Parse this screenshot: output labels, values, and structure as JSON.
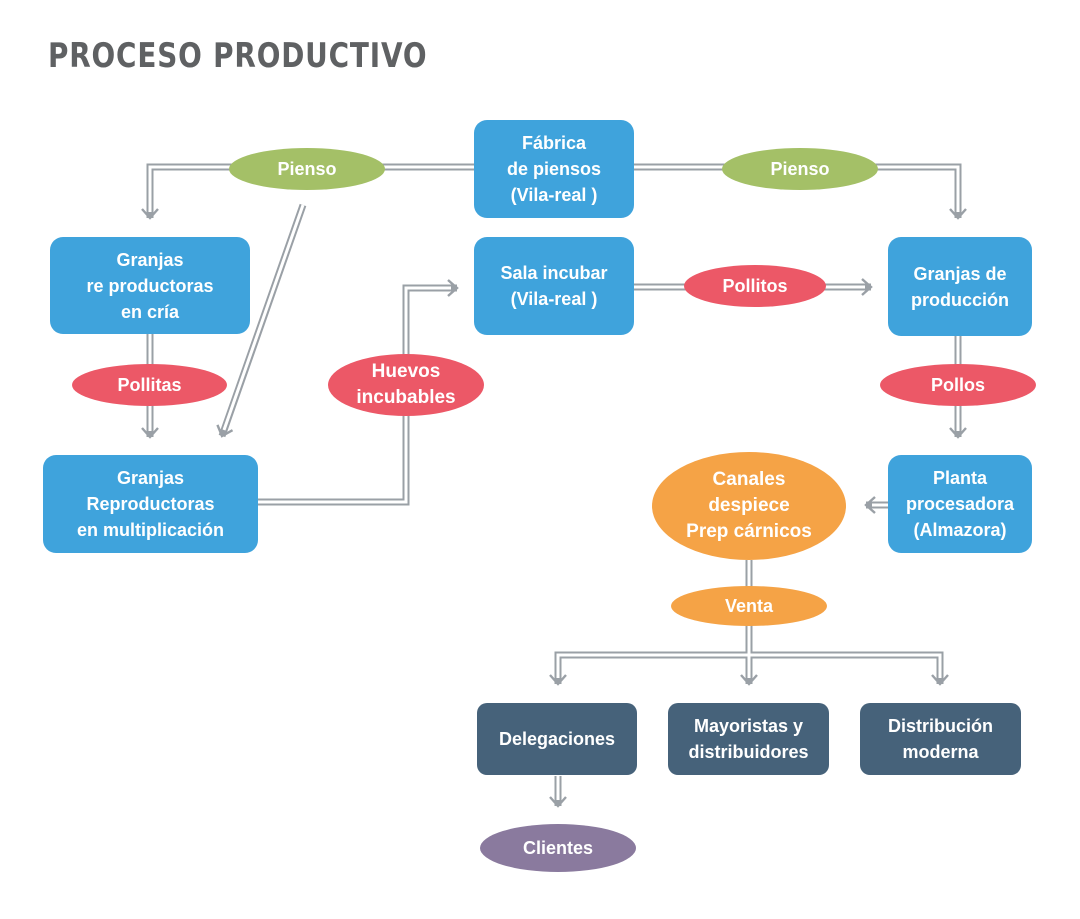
{
  "title": "PROCESO PRODUCTIVO",
  "colors": {
    "process_box": "#3fa3dc",
    "channel_box": "#46627a",
    "feed": "#a4c067",
    "animals": "#ec5867",
    "product": "#f5a346",
    "customer": "#8a7a9e",
    "connector": "#9aa0a6",
    "title": "#5f6163"
  },
  "nodes": {
    "fabrica": "Fábrica\nde piensos\n(Vila-real )",
    "pienso_left": "Pienso",
    "pienso_right": "Pienso",
    "granjas_cria": "Granjas\nre productoras\nen cría",
    "sala_incubar": "Sala incubar\n(Vila-real )",
    "pollitos": "Pollitos",
    "granjas_produccion": "Granjas de\nproducción",
    "pollitas": "Pollitas",
    "huevos": "Huevos\nincubables",
    "pollos": "Pollos",
    "granjas_multiplicacion": "Granjas\nReproductoras\nen multiplicación",
    "canales": "Canales\ndespiece\nPrep cárnicos",
    "planta": "Planta\nprocesadora\n(Almazora)",
    "venta": "Venta",
    "delegaciones": "Delegaciones",
    "mayoristas": "Mayoristas y\ndistribuidores",
    "distribucion": "Distribución\nmoderna",
    "clientes": "Clientes"
  }
}
